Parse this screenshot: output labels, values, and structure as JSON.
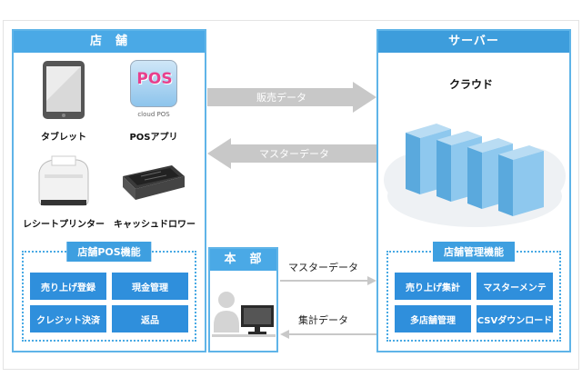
{
  "store": {
    "title": "店　舗",
    "devices": {
      "tablet": "タブレット",
      "pos_app": "POSアプリ",
      "pos_app_logo": "POS",
      "pos_app_caption": "cloud POS",
      "printer": "レシートプリンター",
      "drawer": "キャッシュドロワー"
    },
    "features": {
      "title": "店舗POS機能",
      "items": [
        "売り上げ登録",
        "現金管理",
        "クレジット決済",
        "返品"
      ]
    }
  },
  "server": {
    "title": "サーバー",
    "cloud_label": "クラウド",
    "features": {
      "title": "店舗管理機能",
      "items": [
        "売り上げ集計",
        "マスターメンテ",
        "多店舗管理",
        "CSVダウンロード"
      ]
    }
  },
  "hq": {
    "title": "本　部"
  },
  "arrows": {
    "sales_data": "販売データ",
    "master_data_top": "マスターデータ",
    "master_data_hq": "マスターデータ",
    "aggregate_data": "集計データ"
  },
  "colors": {
    "box_border": "#5fb4e8",
    "title_bg": "#4aa9e6",
    "feature_btn": "#2f8fdc",
    "arrow_gray": "#c8c8c8",
    "server_blue": "#7fc1ec"
  }
}
